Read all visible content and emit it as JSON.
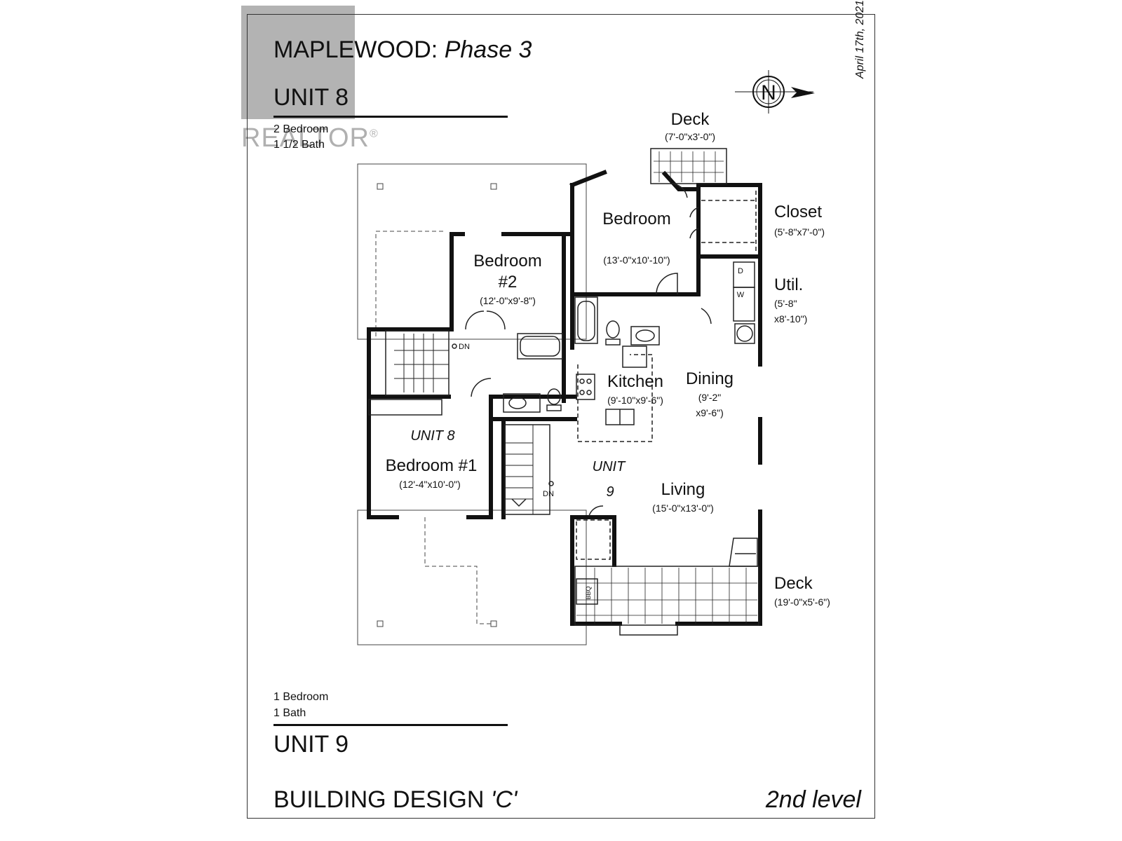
{
  "header": {
    "project": "MAPLEWOOD:",
    "phase": "Phase 3",
    "unit_top": "UNIT 8",
    "unit_top_bedrooms": "2 Bedroom",
    "unit_top_baths": "1 1/2 Bath",
    "date": "April 17th, 2021",
    "north_label": "N"
  },
  "watermark": {
    "text": "REALTOR",
    "mark": "®"
  },
  "footer": {
    "unit_bottom_bedrooms": "1 Bedroom",
    "unit_bottom_baths": "1 Bath",
    "unit_bottom": "UNIT 9",
    "design_prefix": "BUILDING DESIGN",
    "design_letter": "'C'",
    "level": "2nd level"
  },
  "rooms": {
    "deck_top": {
      "name": "Deck",
      "size": "(7'-0\"x3'-0\")"
    },
    "bedroom": {
      "name": "Bedroom",
      "size": "(13'-0\"x10'-10\")"
    },
    "closet": {
      "name": "Closet",
      "size": "(5'-8\"x7'-0\")"
    },
    "util": {
      "name": "Util.",
      "size1": "(5'-8\"",
      "size2": "x8'-10\")",
      "dryer": "D",
      "washer": "W"
    },
    "bedroom2": {
      "name1": "Bedroom",
      "name2": "#2",
      "size": "(12'-0\"x9'-8\")"
    },
    "kitchen": {
      "name": "Kitchen",
      "size": "(9'-10\"x9'-6\")"
    },
    "dining": {
      "name": "Dining",
      "size1": "(9'-2\"",
      "size2": "x9'-6\")"
    },
    "unit8_label": "UNIT 8",
    "bedroom1": {
      "name": "Bedroom #1",
      "size": "(12'-4\"x10'-0\")"
    },
    "unit9_label1": "UNIT",
    "unit9_label2": "9",
    "living": {
      "name": "Living",
      "size": "(15'-0\"x13'-0\")"
    },
    "deck_bottom": {
      "name": "Deck",
      "size": "(19'-0\"x5'-6\")"
    },
    "stair_dn_top": "DN",
    "stair_dn_bottom": "DN",
    "bbq": "BBQ"
  }
}
